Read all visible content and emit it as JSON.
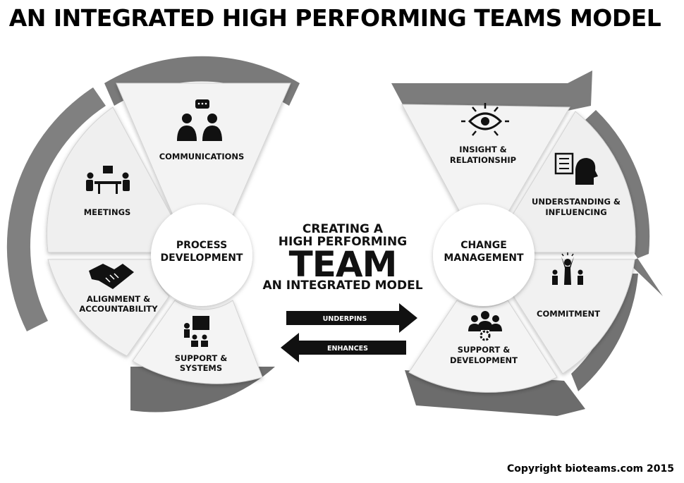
{
  "title": "AN INTEGRATED HIGH PERFORMING TEAMS MODEL",
  "left_wheel": {
    "hub_line1": "PROCESS",
    "hub_line2": "DEVELOPMENT",
    "segments": [
      {
        "line1": "COMMUNICATIONS",
        "line2": "",
        "icon": "communications-icon"
      },
      {
        "line1": "MEETINGS",
        "line2": "",
        "icon": "meeting-table-icon"
      },
      {
        "line1": "ALIGNMENT &",
        "line2": "ACCOUNTABILITY",
        "icon": "handshake-icon"
      },
      {
        "line1": "SUPPORT &",
        "line2": "SYSTEMS",
        "icon": "presentation-icon"
      }
    ]
  },
  "right_wheel": {
    "hub_line1": "CHANGE",
    "hub_line2": "MANAGEMENT",
    "segments": [
      {
        "line1": "INSIGHT &",
        "line2": "RELATIONSHIP",
        "icon": "eye-icon"
      },
      {
        "line1": "UNDERSTANDING &",
        "line2": "INFLUENCING",
        "icon": "checklist-head-icon"
      },
      {
        "line1": "COMMITMENT",
        "line2": "",
        "icon": "cheering-group-icon"
      },
      {
        "line1": "SUPPORT &",
        "line2": "DEVELOPMENT",
        "icon": "team-gear-icon"
      }
    ]
  },
  "center": {
    "line1": "CREATING A",
    "line2": "HIGH PERFORMING",
    "line3": "TEAM",
    "line4": "AN INTEGRATED MODEL"
  },
  "arrows": {
    "right_label": "UNDERPINS",
    "left_label": "ENHANCES"
  },
  "copyright": "Copyright bioteams.com 2015",
  "colors": {
    "ring": "#7d7d7d",
    "ring_dark": "#6a6a6a",
    "segment": "#f2f2f2",
    "segment_edge": "#cfcfcf",
    "text": "#111111",
    "arrow": "#111111"
  }
}
